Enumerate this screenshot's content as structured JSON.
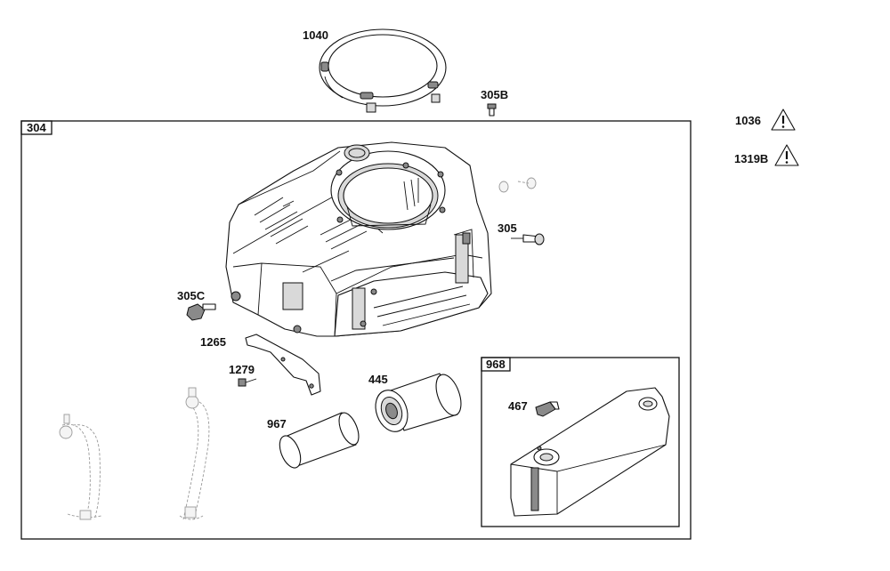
{
  "labels": {
    "group_main": "304",
    "group_sub": "968",
    "screen_ring": "1040",
    "bolt_top": "305B",
    "warning_1": "1036",
    "warning_2": "1319B",
    "bolt_right": "305",
    "bolt_left": "305C",
    "bracket": "1265",
    "screw": "1279",
    "filter_cartridge": "445",
    "filter_sleeve": "967",
    "knob": "467"
  },
  "icons": {
    "warning": "warning-triangle-icon"
  },
  "colors": {
    "line": "#111111",
    "ghost": "#999999",
    "fill": "#ffffff"
  }
}
